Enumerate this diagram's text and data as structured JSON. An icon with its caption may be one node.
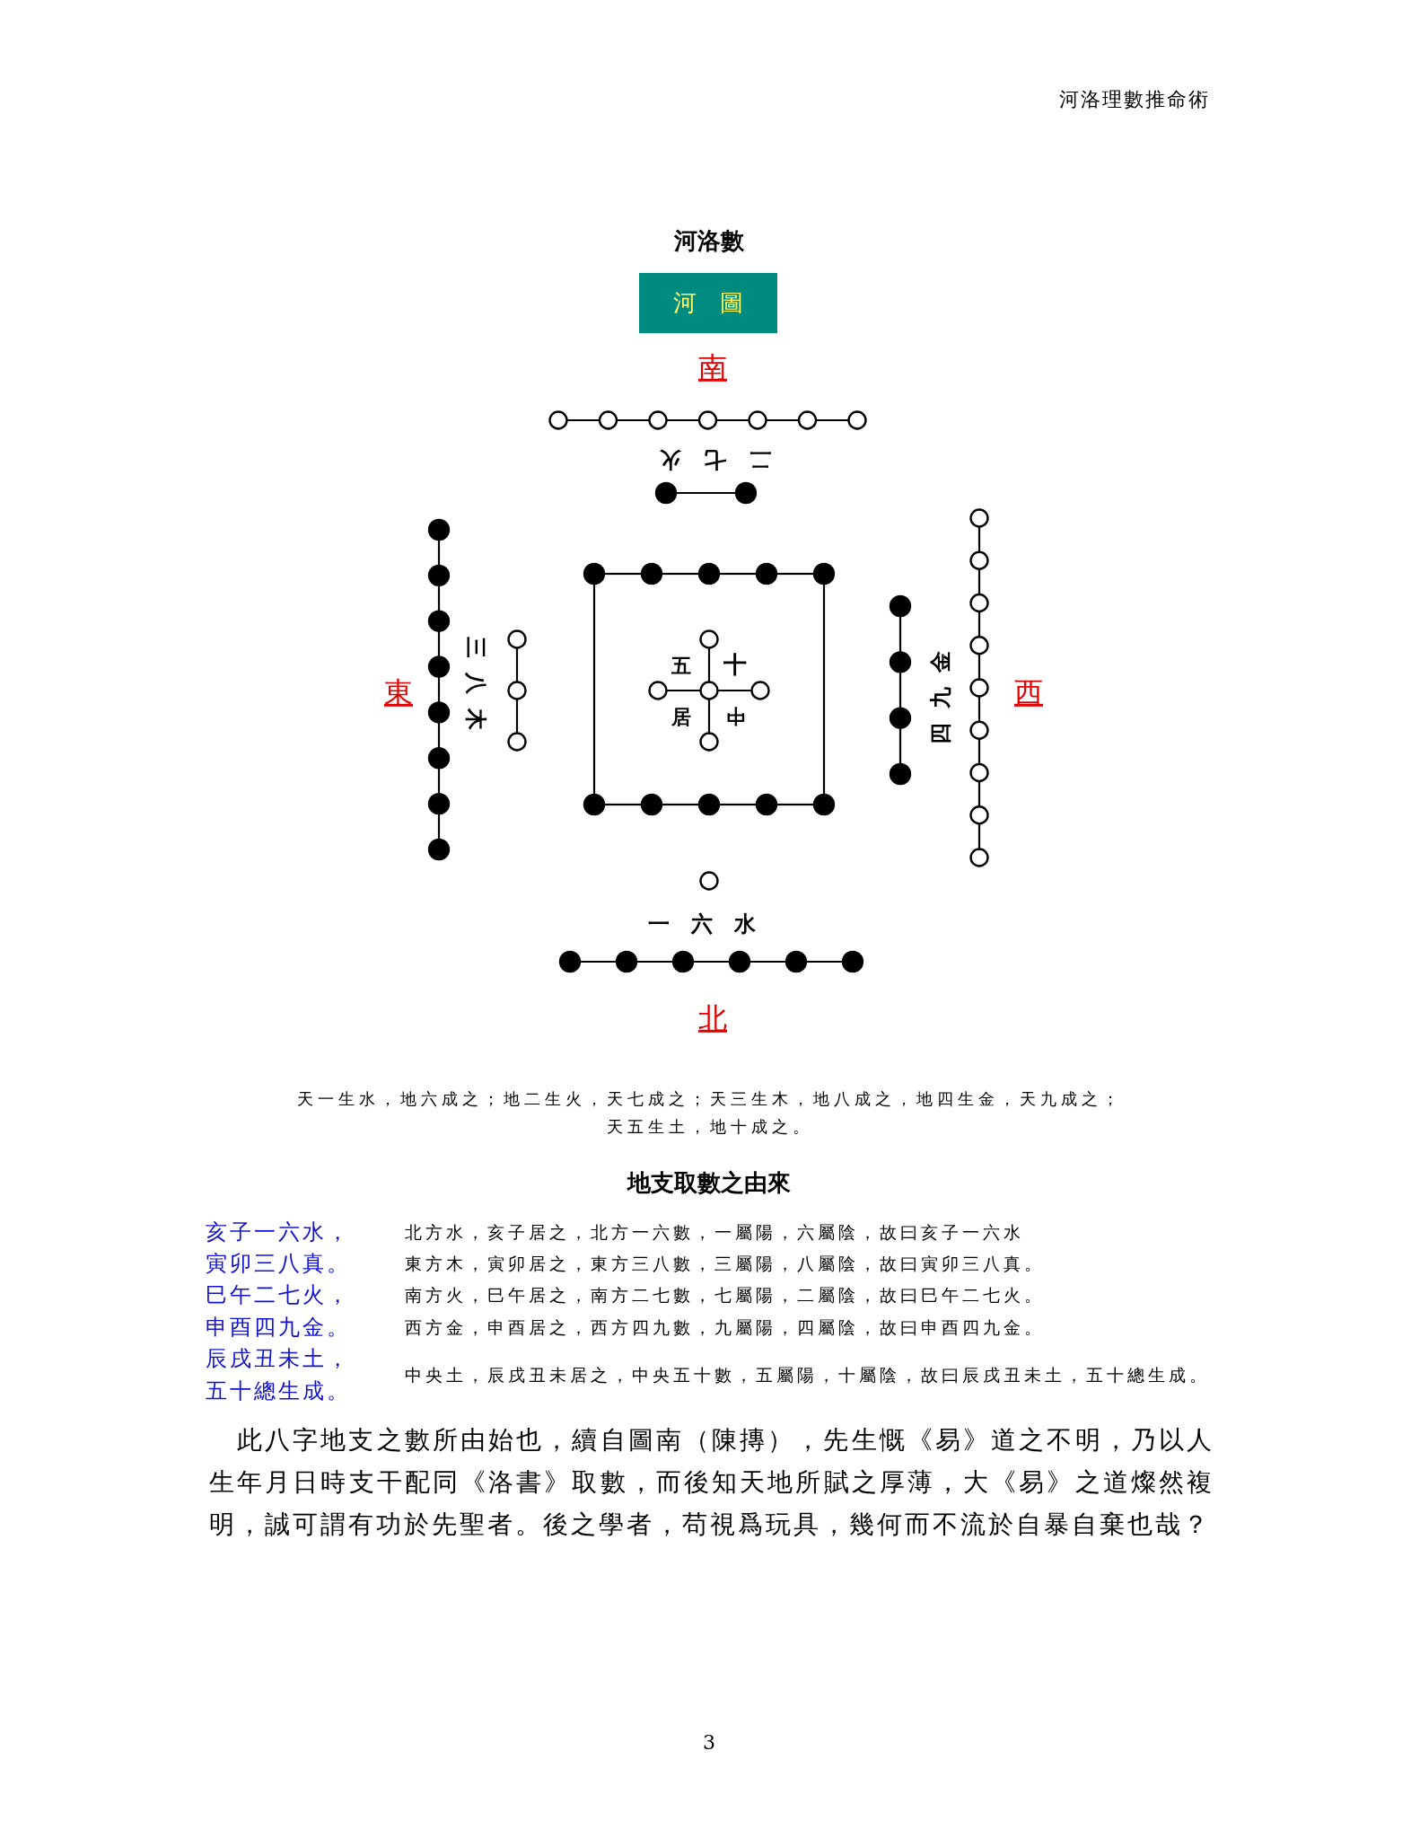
{
  "diagram": {
    "title": "河洛數",
    "nodes": [
      {
        "text": [
          "河　圖"
        ]
      }
    ],
    "caption": "天一生水，地六成之；地二生火，天七成之；天三生木，地八成之，地四生金，天九成之；天五生土，地十成之。",
    "labels": [
      "河洛理數推命術",
      "南",
      "二七火",
      "東",
      "三八木",
      "五",
      "十",
      "居",
      "中",
      "四九金",
      "西",
      "一六水",
      "北",
      "地支取數之由來",
      "亥子一六水，",
      "北方水，亥子居之，北方一六數，一屬陽，六屬陰，故曰亥子一六水",
      "寅卯三八真。",
      "東方木，寅卯居之，東方三八數，三屬陽，八屬陰，故曰寅卯三八真。",
      "巳午二七火，",
      "南方火，巳午居之，南方二七數，七屬陽，二屬陰，故曰巳午二七火。",
      "申酉四九金。",
      "西方金，申酉居之，西方四九數，九屬陽，四屬陰，故曰申酉四九金。",
      "辰戌丑未土，五十總生成。",
      "中央土，辰戌丑未居之，中央五十數，五屬陽，十屬陰，故曰辰戌丑未土，五十總生成。",
      "此八字地支之數所由始也，續自圖南（陳摶），先生慨《易》道之不明，乃以人生年月日時支干配同《洛書》取數，而後知天地所賦之厚薄，大《易》之道燦然複明，誠可謂有功於先聖者。後之學者，苟視爲玩具，幾何而不流於自暴自棄也哉？",
      "3"
    ]
  }
}
